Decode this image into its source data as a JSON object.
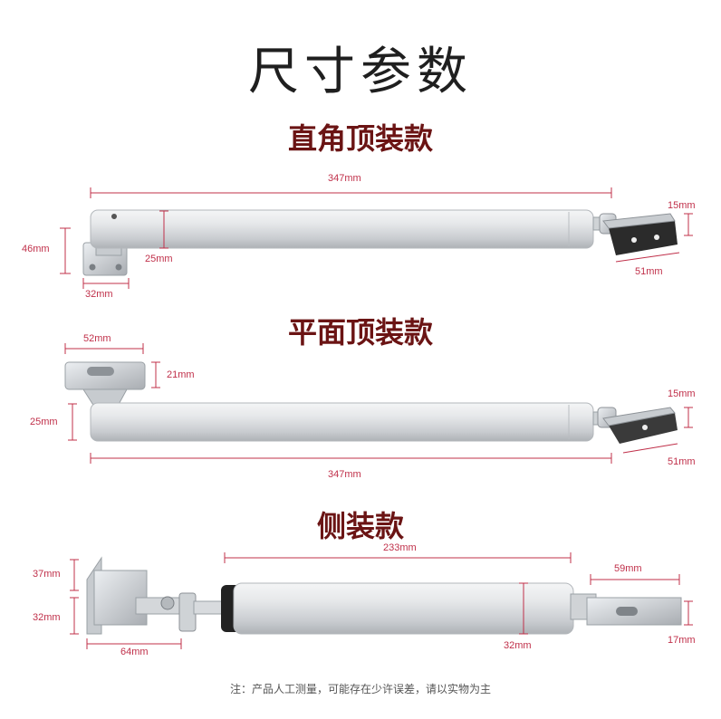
{
  "title": "尺寸参数",
  "sections": [
    {
      "name": "直角顶装款",
      "dims": {
        "length": "347mm",
        "bracket_h": "46mm",
        "bracket_w": "32mm",
        "dia": "25mm",
        "tip_h": "15mm",
        "tip_w": "51mm"
      }
    },
    {
      "name": "平面顶装款",
      "dims": {
        "bracket_w": "52mm",
        "bracket_h": "21mm",
        "dia": "25mm",
        "length": "347mm",
        "tip_h": "15mm",
        "tip_w": "51mm"
      }
    },
    {
      "name": "侧装款",
      "dims": {
        "length": "233mm",
        "bracket_h1": "37mm",
        "bracket_h2": "32mm",
        "bracket_w": "64mm",
        "dia": "32mm",
        "tip_w": "59mm",
        "tip_h": "17mm"
      }
    }
  ],
  "note": "注：产品人工测量，可能存在少许误差，请以实物为主",
  "colors": {
    "dimension": "#c0304a",
    "section_title": "#6b1414",
    "tube": "#d9dcdf"
  }
}
